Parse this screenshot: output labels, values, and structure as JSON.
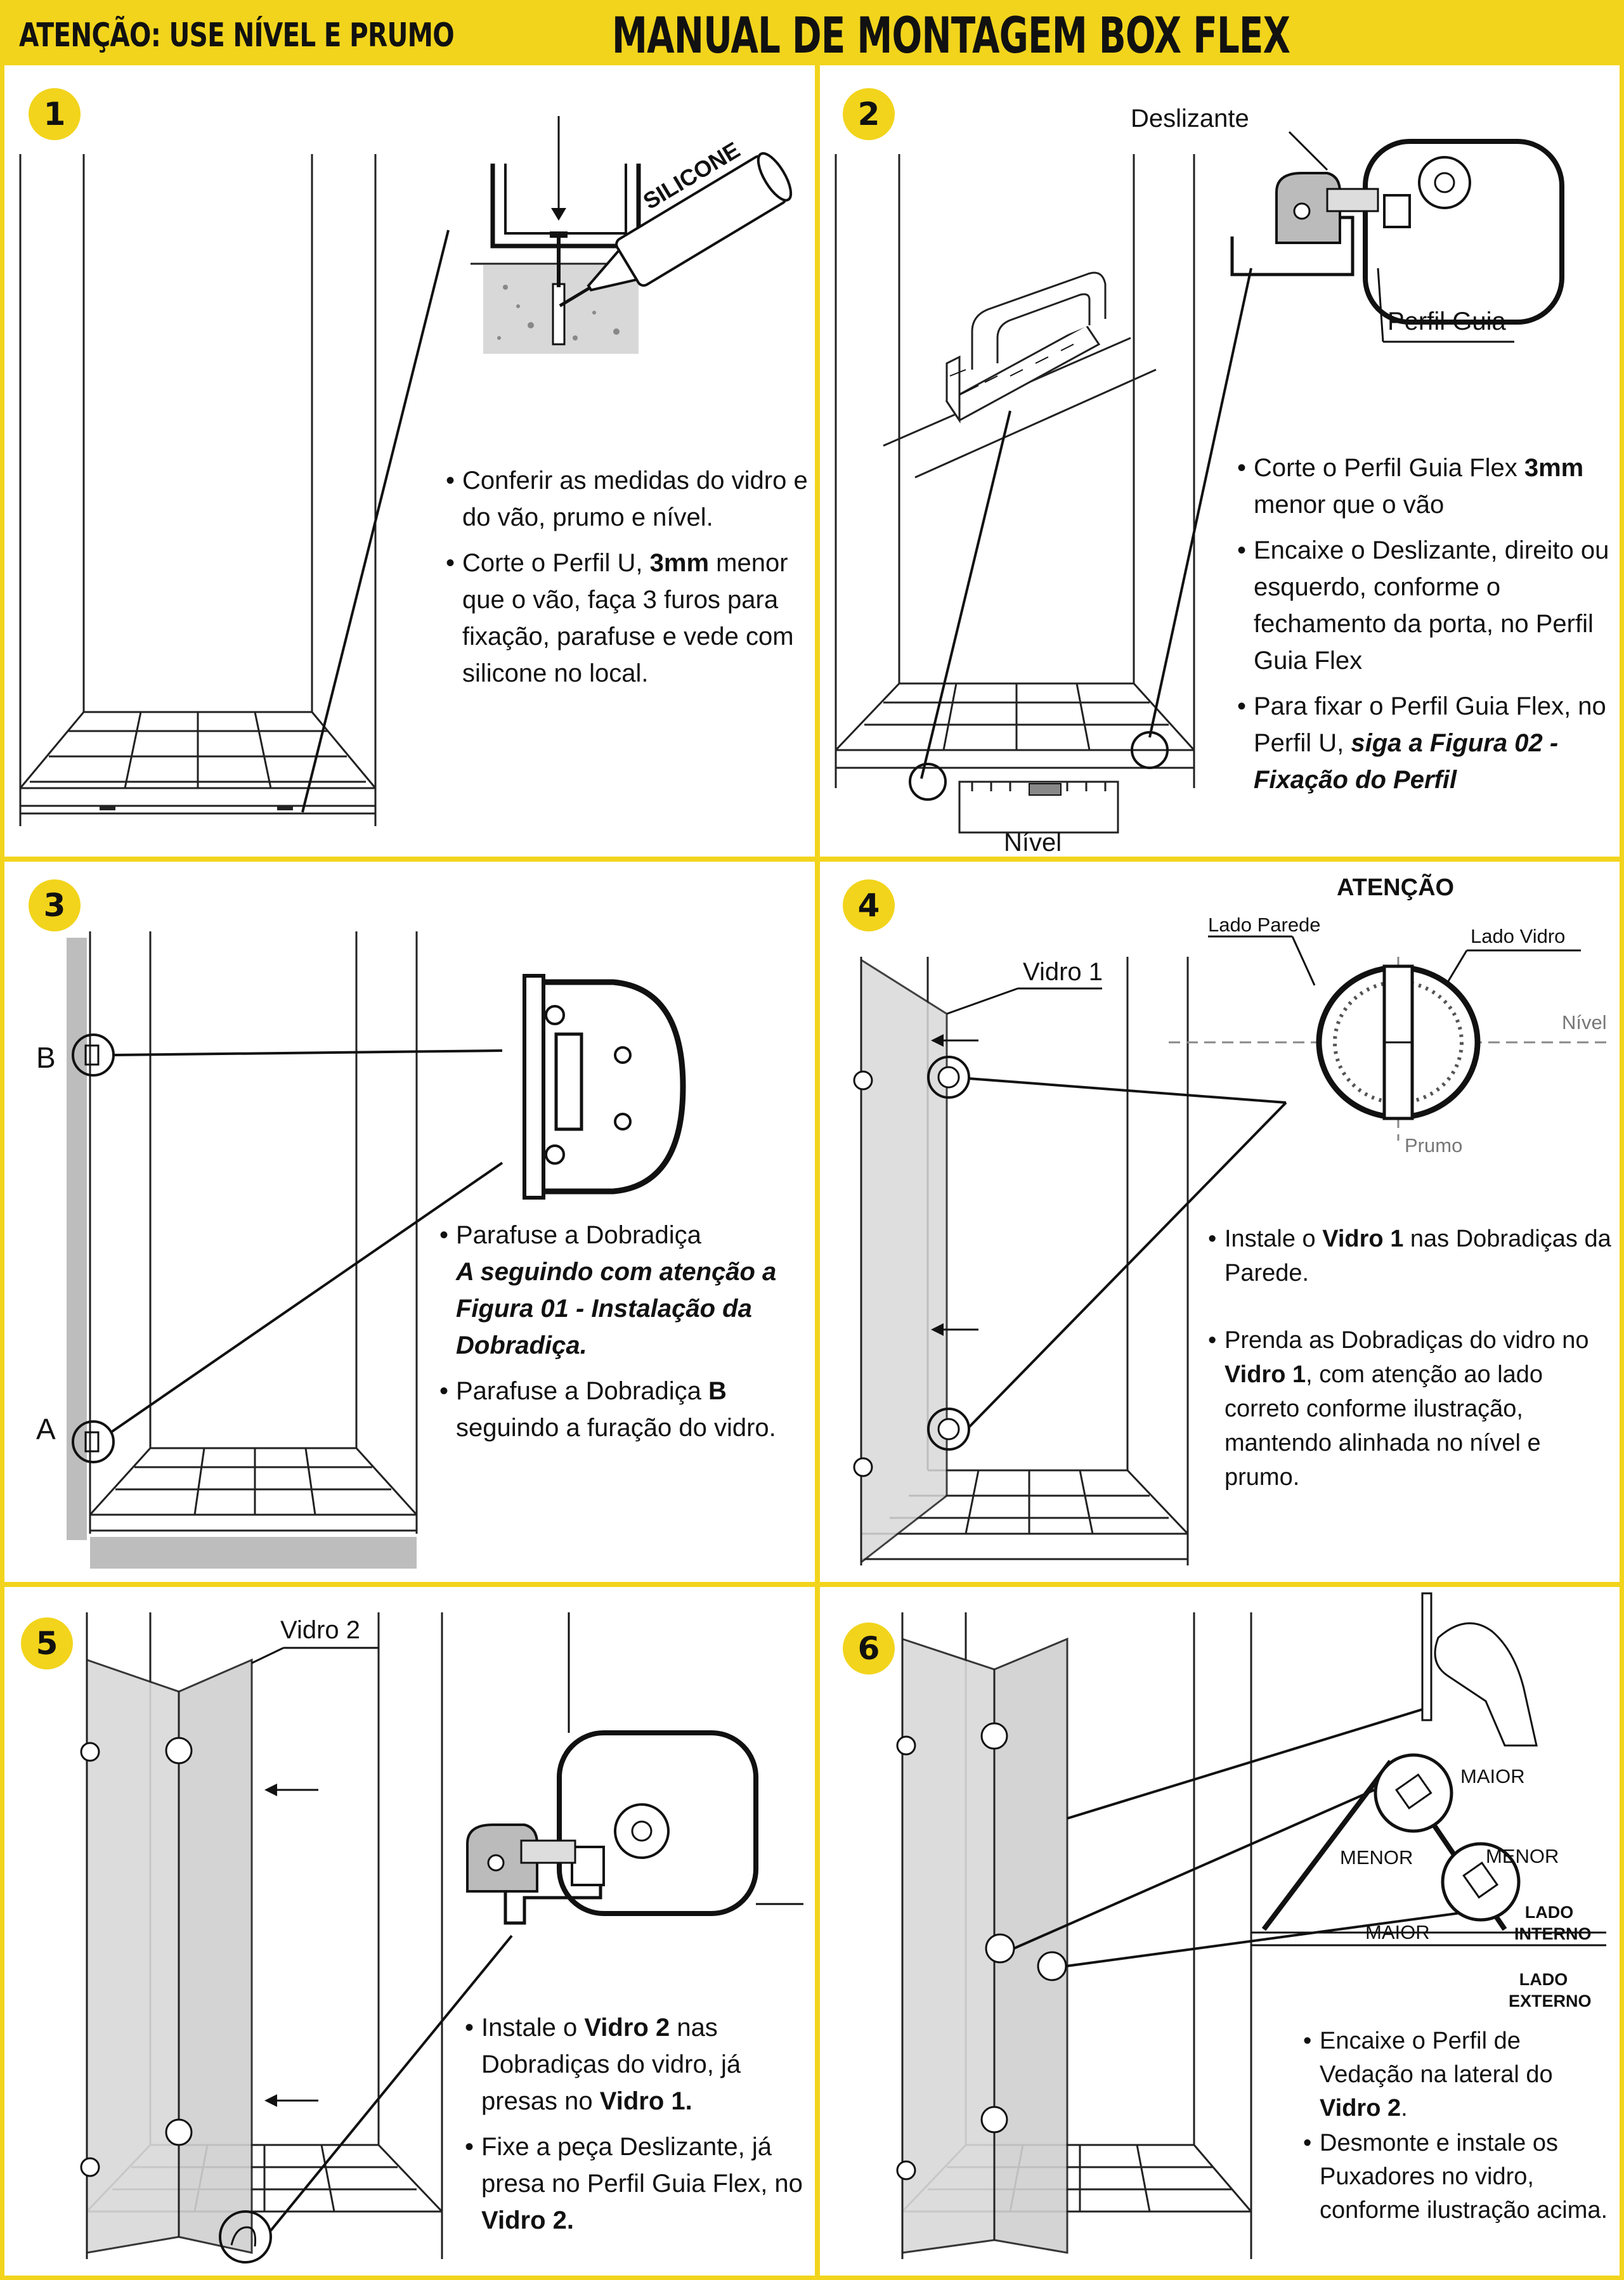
{
  "header": {
    "warning": "ATENÇÃO: USE NÍVEL E PRUMO",
    "title": "MANUAL DE MONTAGEM BOX FLEX 1.2"
  },
  "colors": {
    "accent": "#f2d41c",
    "line": "#111111",
    "glass": "#cfcfcf"
  },
  "steps": [
    {
      "number": "1",
      "labels": {
        "silicone": "SILICONE"
      },
      "text": {
        "b1": "Conferir as medidas do vidro e do vão, prumo e nível.",
        "b2_pre": "Corte o Perfil U, ",
        "b2_bold": "3mm",
        "b2_post": " menor que o vão, faça 3 furos para fixação, parafuse e vede com silicone no local."
      }
    },
    {
      "number": "2",
      "labels": {
        "deslizante": "Deslizante",
        "perfil_guia": "Perfil Guia",
        "nivel": "Nível"
      },
      "text": {
        "b1_pre": "Corte o Perfil Guia Flex ",
        "b1_bold": "3mm",
        "b1_post": " menor que o vão",
        "b2": "Encaixe o Deslizante, direito ou esquerdo, conforme o fechamento da porta, no Perfil Guia Flex",
        "b3_pre": "Para fixar o Perfil Guia Flex, no Perfil U, ",
        "b3_bold": "siga a Figura 02 - Fixação do Perfil"
      }
    },
    {
      "number": "3",
      "labels": {
        "b": "B",
        "a": "A"
      },
      "text": {
        "b1_pre": "Parafuse a Dobradiça",
        "b1_bold": "A seguindo com atenção a Figura 01 - Instalação da Dobradiça.",
        "b2_pre": "Parafuse a Dobradiça ",
        "b2_bold": "B",
        "b2_post": " seguindo a furação do vidro."
      }
    },
    {
      "number": "4",
      "labels": {
        "atencao": "ATENÇÃO",
        "lado_parede": "Lado Parede",
        "lado_vidro": "Lado Vidro",
        "nivel": "Nível",
        "prumo": "Prumo",
        "vidro1": "Vidro 1"
      },
      "text": {
        "b1_pre": "Instale o ",
        "b1_bold": "Vidro 1",
        "b1_post": " nas Dobradiças da Parede.",
        "b2_pre": "Prenda as Dobradiças do vidro no ",
        "b2_bold": "Vidro 1",
        "b2_post": ", com atenção ao lado correto conforme ilustração, mantendo alinhada no nível e prumo."
      }
    },
    {
      "number": "5",
      "labels": {
        "vidro2": "Vidro 2"
      },
      "text": {
        "b1_pre": "Instale o ",
        "b1_bold": "Vidro 2",
        "b1_mid": " nas Dobradiças do vidro, já presas no ",
        "b1_bold2": "Vidro 1.",
        "b2_pre": "Fixe a peça Deslizante, já presa no Perfil Guia Flex, no ",
        "b2_bold": "Vidro 2."
      }
    },
    {
      "number": "6",
      "labels": {
        "maior1": "MAIOR",
        "menor1": "MENOR",
        "menor2": "MENOR",
        "maior2": "MAIOR",
        "lado_interno": "LADO INTERNO",
        "lado_externo": "LADO EXTERNO"
      },
      "text": {
        "b1_pre": "Encaixe o Perfil de Vedação na lateral do ",
        "b1_bold": "Vidro 2",
        "b1_post": ".",
        "b2": "Desmonte e instale os Puxadores no vidro, conforme ilustração acima."
      }
    }
  ]
}
